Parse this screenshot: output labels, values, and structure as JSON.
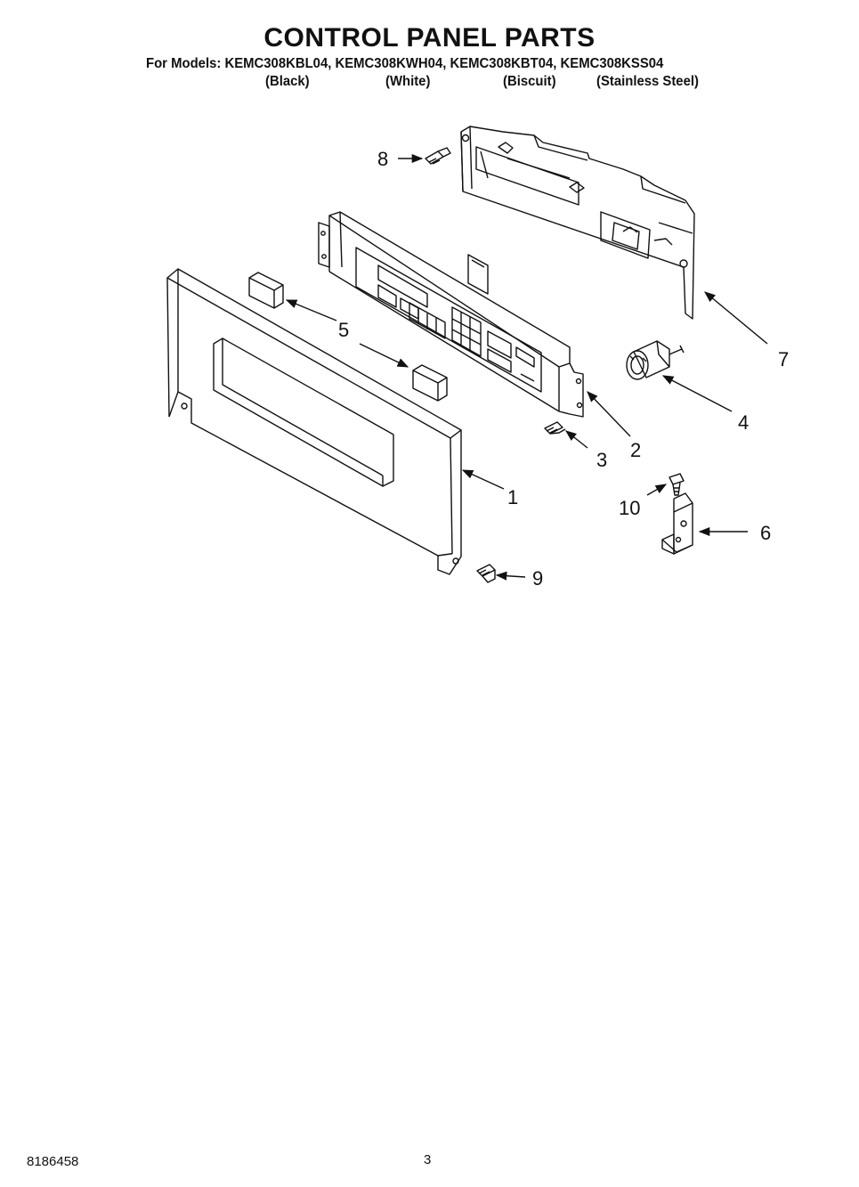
{
  "header": {
    "title": "CONTROL PANEL PARTS",
    "models_line": "For Models: KEMC308KBL04, KEMC308KWH04, KEMC308KBT04, KEMC308KSS04",
    "finishes": [
      "(Black)",
      "(White)",
      "(Biscuit)",
      "(Stainless Steel)"
    ]
  },
  "callouts": [
    "1",
    "2",
    "3",
    "4",
    "5",
    "6",
    "7",
    "8",
    "9",
    "10"
  ],
  "footer": {
    "part_number": "8186458",
    "page": "3"
  }
}
